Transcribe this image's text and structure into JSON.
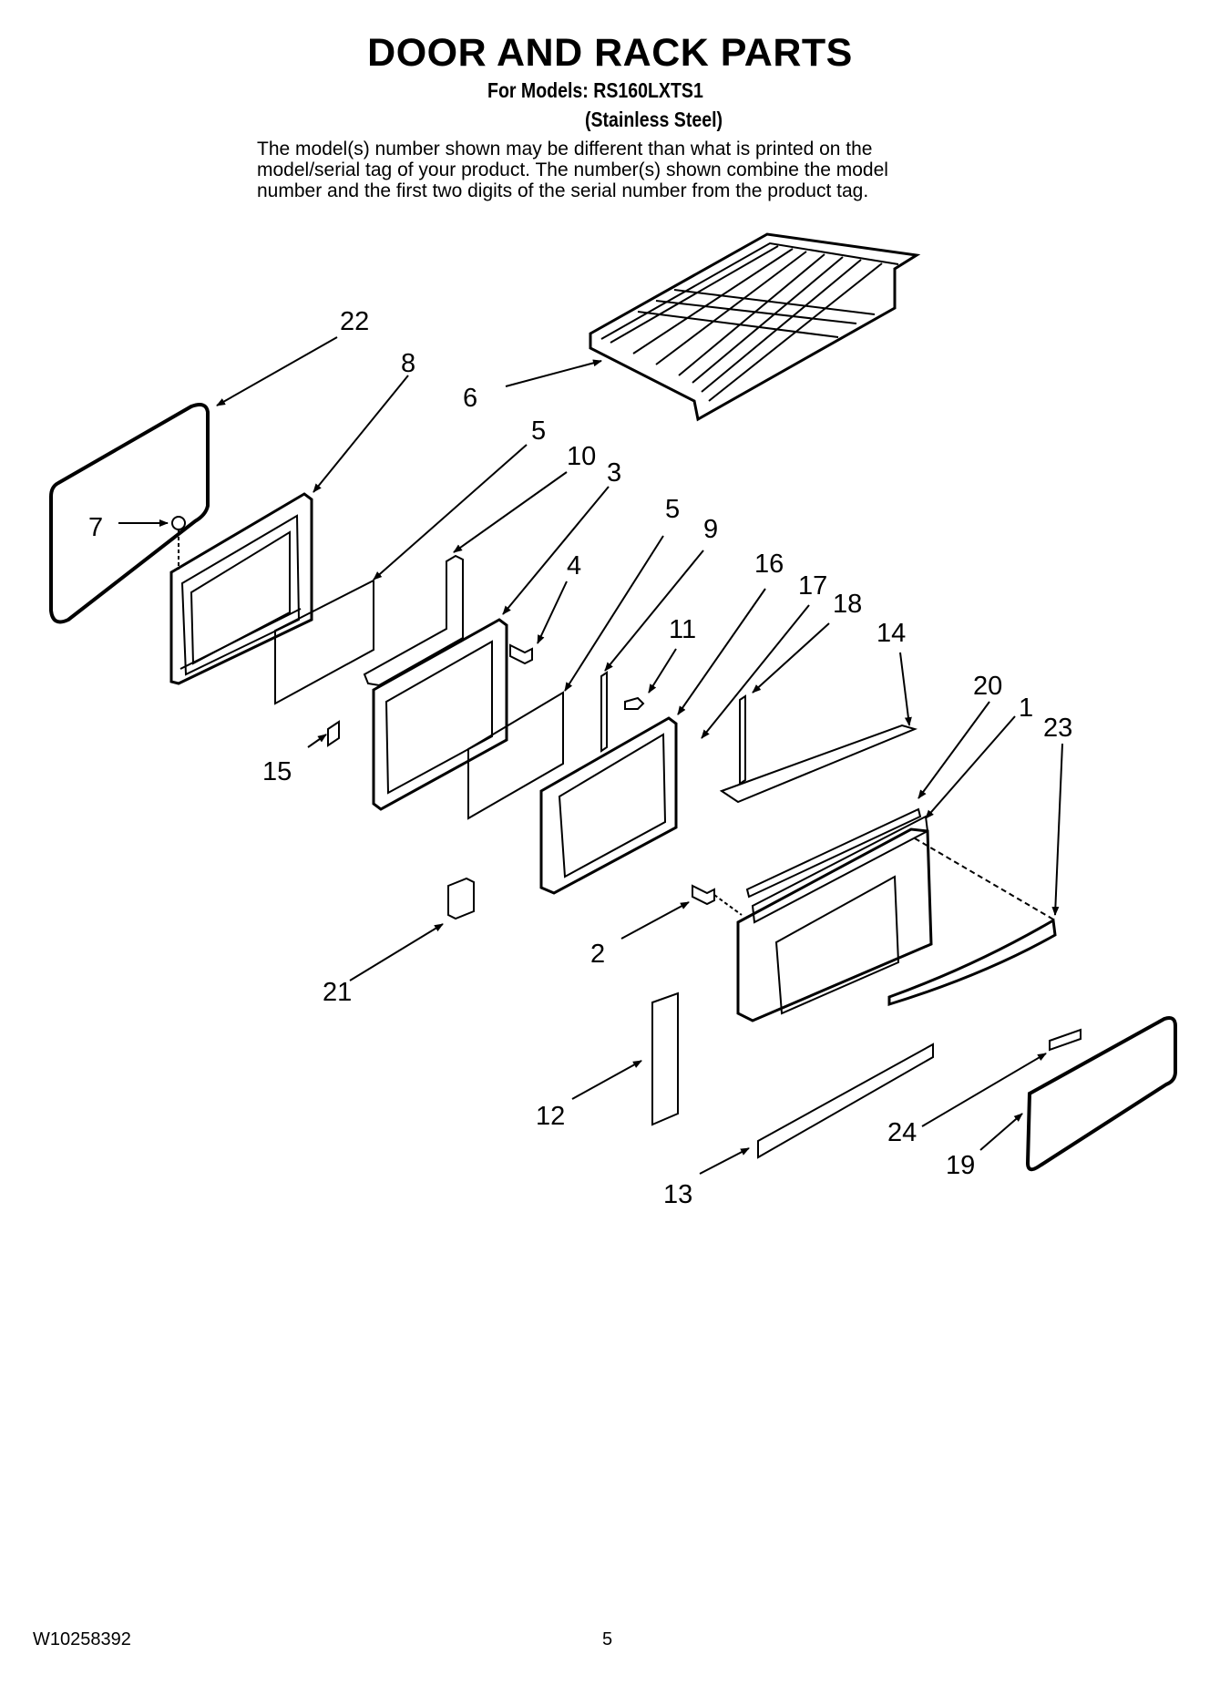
{
  "header": {
    "title": "DOOR AND RACK PARTS",
    "models": "For Models: RS160LXTS1",
    "finish": "(Stainless Steel)",
    "note_lines": [
      "The model(s) number shown may be different than what is printed on the",
      "model/serial tag of your product. The number(s) shown combine the model",
      "number and the first two digits of the serial number from the product tag."
    ]
  },
  "callouts": {
    "c1": "1",
    "c2": "2",
    "c3": "3",
    "c4": "4",
    "c5a": "5",
    "c5b": "5",
    "c6": "6",
    "c7": "7",
    "c8": "8",
    "c9": "9",
    "c10": "10",
    "c11": "11",
    "c12": "12",
    "c13": "13",
    "c14": "14",
    "c15": "15",
    "c16": "16",
    "c17": "17",
    "c18": "18",
    "c19": "19",
    "c20": "20",
    "c21": "21",
    "c22": "22",
    "c23": "23",
    "c24": "24"
  },
  "footer": {
    "doc_number": "W10258392",
    "page_number": "5"
  }
}
